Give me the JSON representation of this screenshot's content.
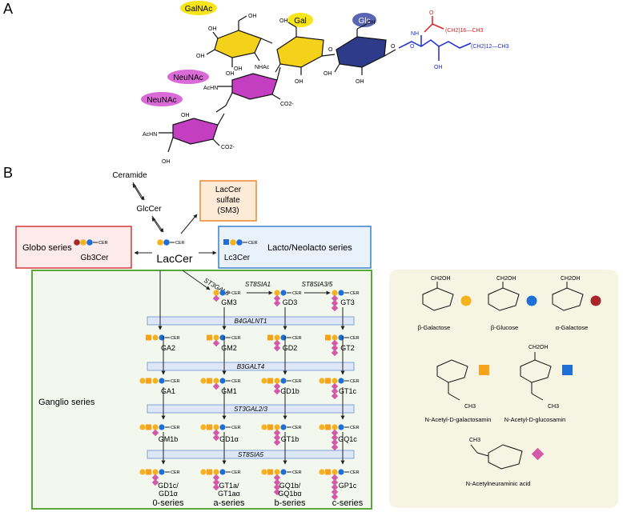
{
  "panels": {
    "a": "A",
    "b": "B"
  },
  "sugar_tags": {
    "galnac": "GalNAc",
    "gal": "Gal",
    "glc": "Glc",
    "neunac1": "NeuNAc",
    "neunac2": "NeuNAc"
  },
  "chem_text": {
    "oh": "OH",
    "nhac": "NHAc",
    "achn": "AcHN",
    "co2": "CO2-",
    "nh": "NH",
    "o": "O",
    "chain1": "(CH2)16—CH3",
    "chain2": "(CH2)12—CH3"
  },
  "path": {
    "ceramide": "Ceramide",
    "glccer": "GlcCer",
    "lacsulf1": "LacCer",
    "lacsulf2": "sulfate",
    "lacsulf3": "(SM3)",
    "globo": "Globo series",
    "gb3cer": "Gb3Cer",
    "laccer": "LacCer",
    "lacto": "Lacto/Neolacto series",
    "lc3cer": "Lc3Cer",
    "ganglio": "Ganglio series",
    "cer": "CER"
  },
  "enzymes": {
    "st3gal5": "ST3GAL5",
    "st8sia1": "ST8SIA1",
    "st8sia35": "ST8SIA3/5",
    "b4galnt1": "B4GALNT1",
    "b3galt4": "B3GALT4",
    "st3gal23": "ST3GAL2/3",
    "st8sia5": "ST8SIA5"
  },
  "gangliosides": {
    "gm3": "GM3",
    "gd3": "GD3",
    "gt3": "GT3",
    "ga2": "GA2",
    "gm2": "GM2",
    "gd2": "GD2",
    "gt2": "GT2",
    "ga1": "GA1",
    "gm1": "GM1",
    "gd1b": "GD1b",
    "gt1c": "GT1c",
    "gm1b": "GM1b",
    "gd1a": "GD1α",
    "gt1b": "GT1b",
    "gq1c": "GQ1c",
    "f1a": "GD1c/",
    "f1b": "GD1α",
    "f2a": "GT1a/",
    "f2b": "GT1aα",
    "f3a": "GQ1b/",
    "f3b": "GQ1bα",
    "f4": "GP1c"
  },
  "series": {
    "s0": "0-series",
    "sa": "a-series",
    "sb": "b-series",
    "sc": "c-series"
  },
  "legend": {
    "bgal": "β-Galactose",
    "bglc": "β-Glucose",
    "agal": "α-Galactose",
    "galnac": "N-Acetyl-D-galactosamin",
    "glcnac": "N-Acetyl-D-glucosamin",
    "neu": "N-Acetylneuraminic acid",
    "ch2oh": "CH2OH",
    "ch3": "CH3"
  },
  "colors": {
    "gal": "#f6b21b",
    "glc": "#1f6fd6",
    "agal": "#a8262a",
    "galnac": "#f6a21b",
    "glcnac": "#1f6fd6",
    "neu": "#d35aa8",
    "glc_ring": "#2d3b8a",
    "gal_ring": "#f5d21a",
    "neu_ring": "#c43ec2",
    "ceramide": "#1b2bd6",
    "fatty": "#e02020"
  }
}
